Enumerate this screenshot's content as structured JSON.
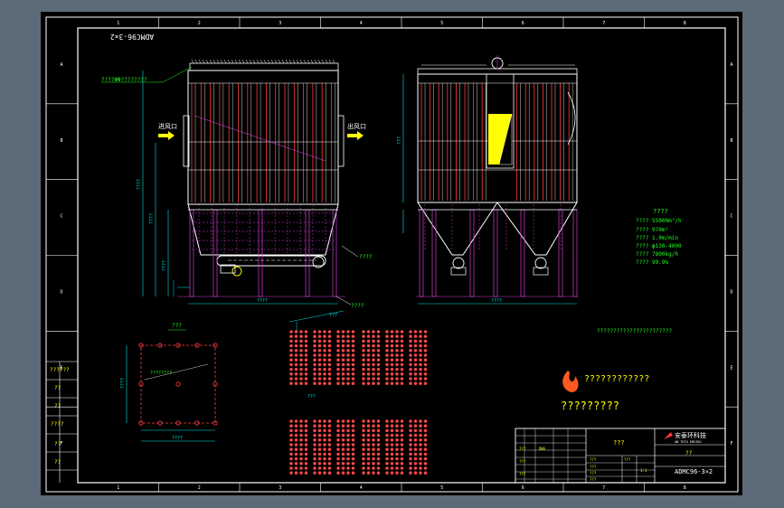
{
  "colors": {
    "app_bg": "#5d6b78",
    "sheet_bg": "#000000",
    "frame": "#ffffff",
    "structure": "#ffffff",
    "bag": "#ff3b3b",
    "support": "#d23cd2",
    "dimension": "#00e5e5",
    "annotation": "#22ff22",
    "accent": "#ffff00",
    "logo": "#ff5a1f",
    "cell_fill": "#ff4a4a"
  },
  "drawing": {
    "drawing_no_rotated": "ADMC96-3×2",
    "bag_note": "????ФΦ????????",
    "inlet_label": "进风口",
    "outlet_label": "出风口",
    "callout_right_top": "????",
    "callout_right_bottom": "????",
    "section_label": "???",
    "plan_note": "????????",
    "arrangement_note": "???????????????????????",
    "logo_line1": "????????????",
    "logo_line2": "?????????",
    "dims": {
      "front_width": "????",
      "side_width": "????",
      "overall_height": "????",
      "lower_height": "????",
      "leg_height": "????",
      "top_height": "???",
      "side_height": "???",
      "plan_width": "????",
      "plan_height": "????",
      "plan_inner": "????",
      "grid_a": "???",
      "grid_b": "???"
    }
  },
  "specs": {
    "title": "????",
    "lines": [
      "???? 55000m³/h",
      "???? 970m²",
      "???? 1.0m/min",
      "???? ϕ130-4000",
      "???? 7800kg/h",
      "???? 99.9%"
    ]
  },
  "title_block": {
    "company": "安泰环科技",
    "company_en": "AN TECH ENVIRO",
    "name": "???",
    "question": "??",
    "drawing_no": "ADMC96-3×2",
    "cells": [
      "1:1",
      "???",
      "???",
      "???",
      "???",
      "???",
      "???",
      "???",
      "DWG",
      "???"
    ]
  },
  "border": {
    "col_labels": [
      "1",
      "2",
      "3",
      "4",
      "5",
      "6",
      "7",
      "8"
    ],
    "row_labels": [
      "A",
      "B",
      "C",
      "D",
      "E",
      "F"
    ],
    "revision_boxes": [
      "??????",
      "??",
      "??",
      "????",
      "??",
      "??"
    ]
  }
}
